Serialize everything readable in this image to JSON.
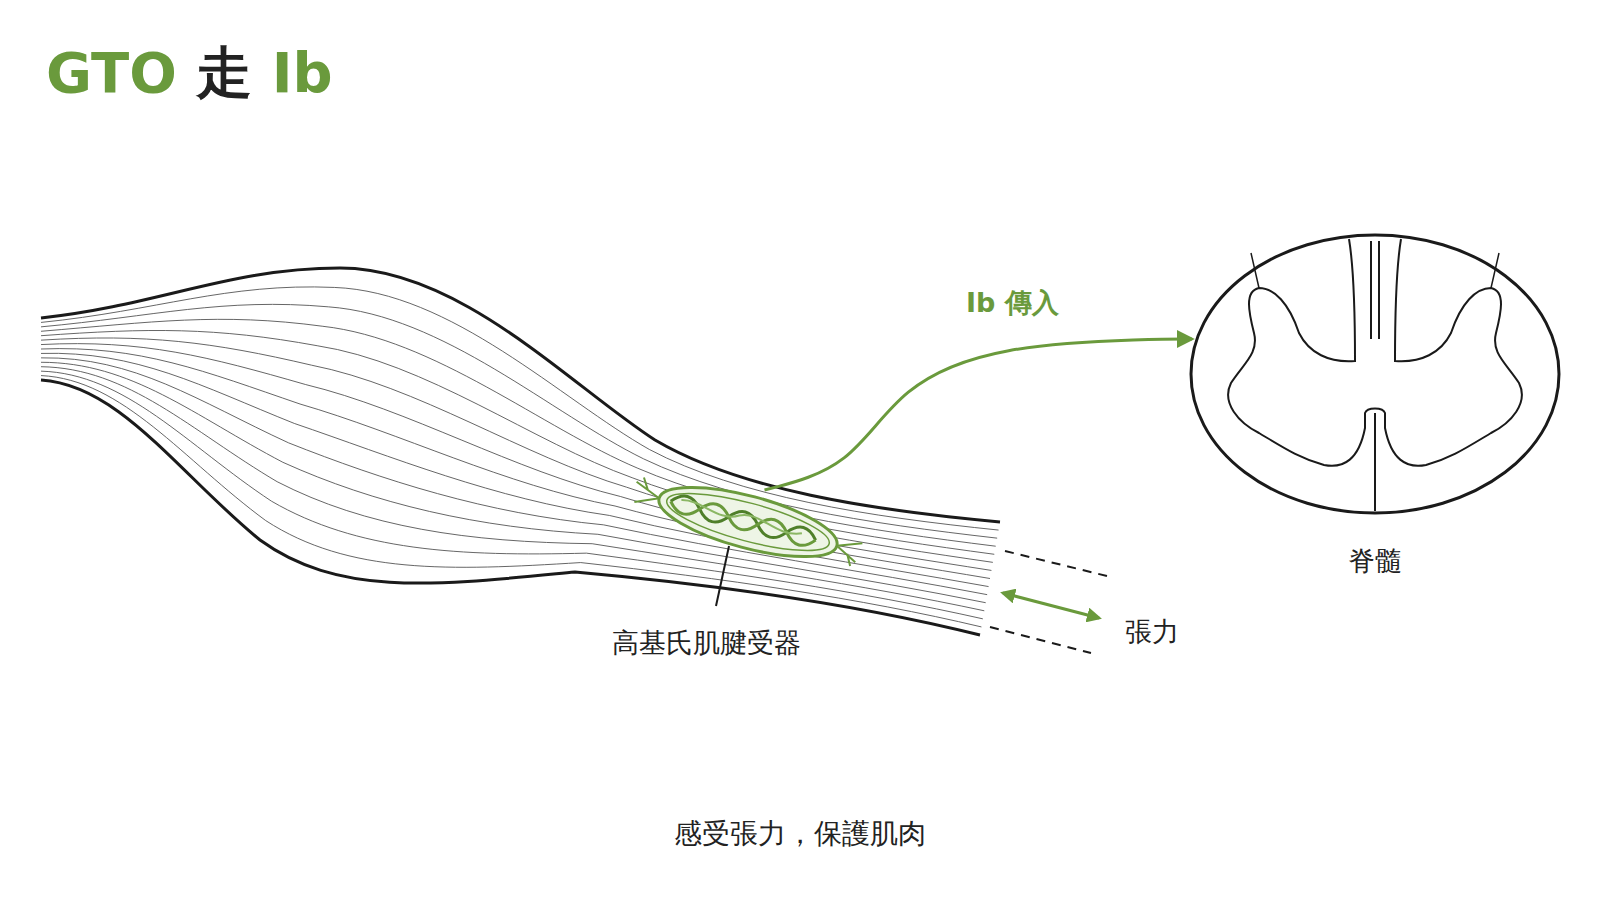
{
  "diagram": {
    "title": "GTO 走 Ib",
    "caption": "感受張力，保護肌肉",
    "nodes": [
      {
        "text": [
          "高基氏肌腱受器"
        ]
      },
      {
        "text": [
          "脊髓"
        ]
      }
    ],
    "edges": [
      {
        "from": 0,
        "to": 1,
        "arrow": "to",
        "label": "Ib 傳入"
      }
    ],
    "labels": [
      "張力"
    ]
  }
}
